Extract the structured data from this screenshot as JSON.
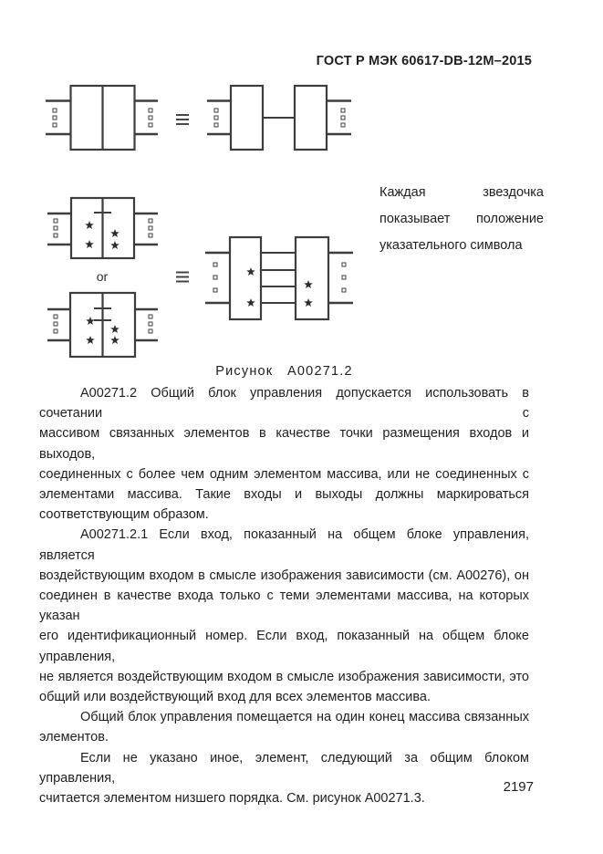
{
  "header": {
    "title": "ГОСТ Р МЭК 60617-DB-12M–2015"
  },
  "figure": {
    "or_label": "or",
    "note_lines": [
      "Каждая звездочка",
      "показывает положение",
      "указательного символа"
    ],
    "caption": "Рисунок   А00271.2"
  },
  "body": {
    "paragraphs": [
      {
        "lines": [
          "А00271.2 Общий блок управления допускается использовать в сочетании с",
          "массивом связанных элементов в качестве точки размещения входов и выходов,",
          "соединенных с более чем одним элементом массива, или не соединенных с",
          "элементами массива. Такие входы и выходы должны маркироваться",
          "соответствующим образом."
        ]
      },
      {
        "lines": [
          "А00271.2.1 Если вход, показанный на общем блоке управления, является",
          "воздействующим входом в смысле изображения зависимости (см. А00276), он",
          "соединен в качестве входа только с теми элементами массива, на которых указан",
          "его идентификационный номер. Если вход, показанный на общем блоке управления,",
          "не является воздействующим входом в смысле изображения зависимости, это",
          "общий или воздействующий вход для всех элементов массива."
        ]
      },
      {
        "lines": [
          "Общий блок управления помещается на один конец массива связанных",
          "элементов."
        ]
      },
      {
        "lines": [
          "Если не указано иное, элемент, следующий за общим блоком управления,",
          "считается элементом низшего порядка. См. рисунок А00271.3."
        ]
      }
    ]
  },
  "footer": {
    "page_number": "2197"
  },
  "colors": {
    "ink": "#1f1f1f",
    "stroke": "#3d3d3d"
  }
}
